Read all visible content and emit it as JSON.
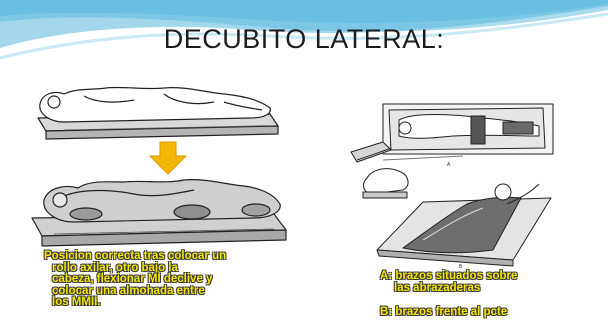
{
  "slide": {
    "title": "DECUBITO LATERAL:",
    "left_caption": {
      "lines": [
        "Posicion correcta tras colocar un",
        "rollo axilar, otro bajo la",
        "cabeza, flexionar MI declive y",
        "colocar una almohada entre",
        "los MMII."
      ]
    },
    "right_captions": {
      "a_lines": [
        "A: brazos situados sobre",
        "las abrazaderas"
      ],
      "b": "B: brazos frente al pcte"
    },
    "figure_labels": {
      "a": "A",
      "b": "B"
    },
    "colors": {
      "caption_text": "#f3e600",
      "caption_outline": "#3b3b3b",
      "arrow": "#f2b705",
      "wave_primary": "#57b7dd",
      "wave_secondary": "#a9dcef"
    },
    "icons": {
      "arrow": "down-arrow-icon"
    }
  }
}
